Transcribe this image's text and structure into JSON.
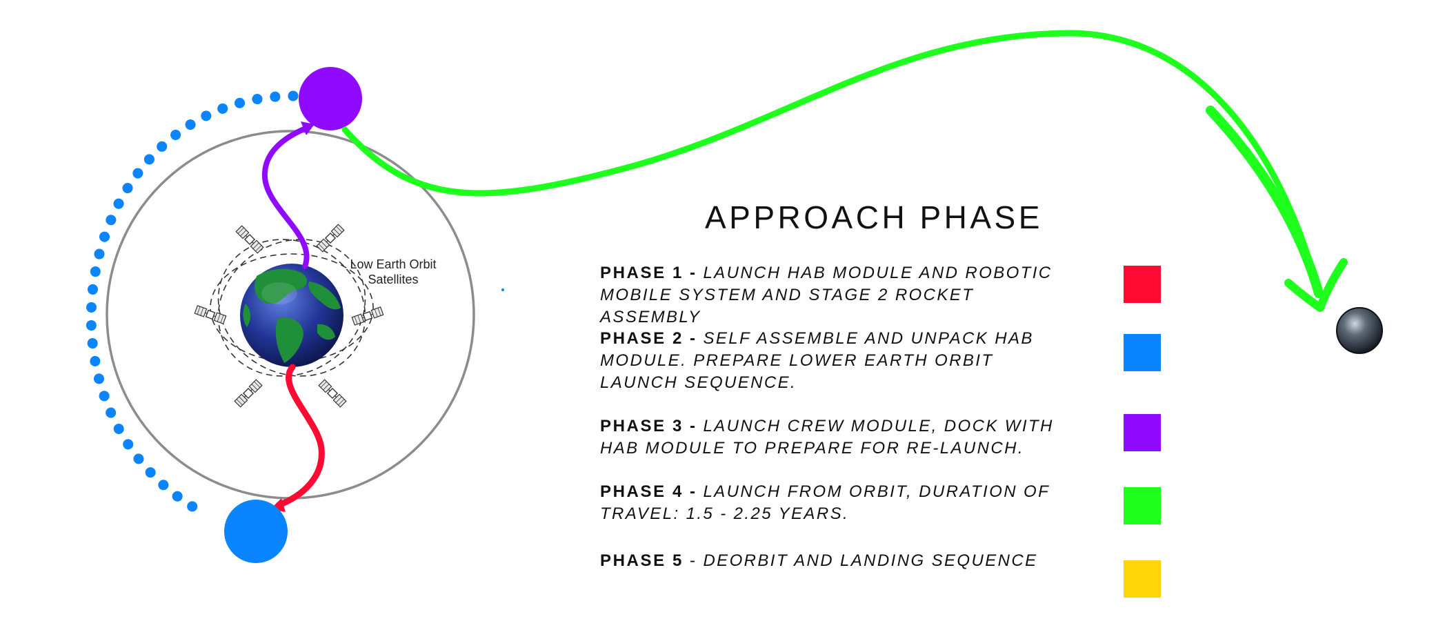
{
  "title": "APPROACH PHASE",
  "satellites_label": "Low Earth Orbit\nSatellites",
  "phases": [
    {
      "label": "PHASE 1",
      "dash": " - ",
      "text": "LAUNCH HAB MODULE AND ROBOTIC MOBILE SYSTEM AND STAGE 2 ROCKET ASSEMBLY",
      "color": "#ff0a33"
    },
    {
      "label": "PHASE 2",
      "dash": " - ",
      "text": "SELF ASSEMBLE AND UNPACK HAB MODULE.  PREPARE LOWER EARTH ORBIT LAUNCH SEQUENCE.",
      "color": "#0a84ff"
    },
    {
      "label": "PHASE 3",
      "dash": " - ",
      "text": "LAUNCH CREW MODULE, DOCK WITH HAB MODULE TO PREPARE FOR RE-LAUNCH.",
      "color": "#8f0aff"
    },
    {
      "label": "PHASE 4",
      "dash": " - ",
      "text": "LAUNCH FROM ORBIT, DURATION OF TRAVEL: 1.5 - 2.25 YEARS.",
      "color": "#1eff1e"
    },
    {
      "label": "PHASE 5",
      "dash": " - ",
      "text": "DEORBIT AND LANDING SEQUENCE",
      "color": "#ffd60a"
    }
  ],
  "colors": {
    "orbit_ring": "#8c8c8c",
    "earth_ocean": "#1c2a7a",
    "earth_land": "#1f8f3a",
    "destination_planet": "#2a3440"
  },
  "icons": [
    "satellite-icon",
    "earth-icon",
    "planet-icon"
  ]
}
